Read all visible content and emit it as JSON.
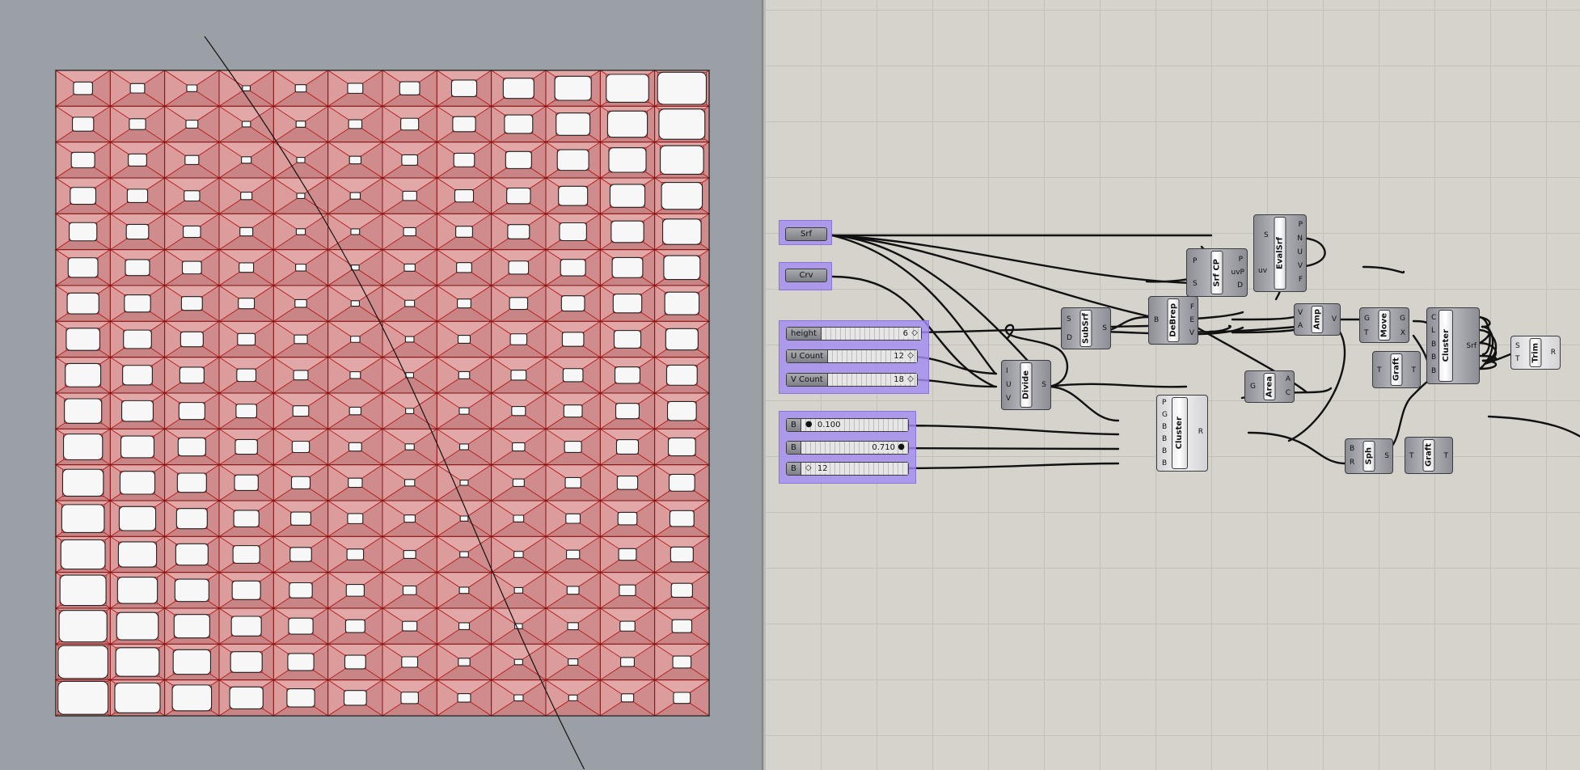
{
  "viewport": {
    "grid_columns": 12,
    "grid_rows": 18
  },
  "canvas": {
    "params": {
      "srf": "Srf",
      "crv": "Crv"
    },
    "sliders": [
      {
        "label": "height",
        "value": "6"
      },
      {
        "label": "U Count",
        "value": "12"
      },
      {
        "label": "V Count",
        "value": "18"
      }
    ],
    "b_sliders": [
      {
        "label": "B",
        "value": "0.100"
      },
      {
        "label": "B",
        "value": "0.710"
      },
      {
        "label": "B",
        "value": "12"
      }
    ],
    "components": {
      "evalsrf": {
        "name": "EvalSrf",
        "in": [
          "S",
          "uv"
        ],
        "out": [
          "P",
          "N",
          "U",
          "V",
          "F"
        ]
      },
      "srfcp": {
        "name": "Srf CP",
        "in": [
          "P",
          "S"
        ],
        "out": [
          "P",
          "uvP",
          "D"
        ]
      },
      "subsrf": {
        "name": "SubSrf",
        "in": [
          "S",
          "D"
        ],
        "out": [
          "S"
        ]
      },
      "debrep": {
        "name": "DeBrep",
        "in": [
          "B"
        ],
        "out": [
          "F",
          "E",
          "V"
        ]
      },
      "amp": {
        "name": "Amp",
        "in": [
          "V",
          "A"
        ],
        "out": [
          "V"
        ]
      },
      "move": {
        "name": "Move",
        "in": [
          "G",
          "T"
        ],
        "out": [
          "G",
          "X"
        ]
      },
      "cluster1": {
        "name": "Cluster",
        "in": [
          "C",
          "L",
          "B",
          "B",
          "B"
        ],
        "out": [
          "Srf"
        ]
      },
      "trim": {
        "name": "Trim",
        "in": [
          "S",
          "T"
        ],
        "out": [
          "R"
        ]
      },
      "graft1": {
        "name": "Graft",
        "in": [
          "T"
        ],
        "out": [
          "T"
        ]
      },
      "divide": {
        "name": "Divide",
        "in": [
          "I",
          "U",
          "V"
        ],
        "out": [
          "S"
        ]
      },
      "area": {
        "name": "Area",
        "in": [
          "G"
        ],
        "out": [
          "A",
          "C"
        ]
      },
      "cluster2": {
        "name": "Cluster",
        "in": [
          "P",
          "G",
          "B",
          "B",
          "B",
          "B"
        ],
        "out": [
          "R"
        ]
      },
      "sph": {
        "name": "Sph",
        "in": [
          "B",
          "R"
        ],
        "out": [
          "S"
        ]
      },
      "graft2": {
        "name": "Graft",
        "in": [
          "T"
        ],
        "out": [
          "T"
        ]
      }
    }
  },
  "colors": {
    "viewport_bg": "#9aa0a6",
    "canvas_bg": "#d6d3cc",
    "panel_fill": "#d99797",
    "panel_edge": "#b01818",
    "group_fill": "#a48cf0"
  }
}
